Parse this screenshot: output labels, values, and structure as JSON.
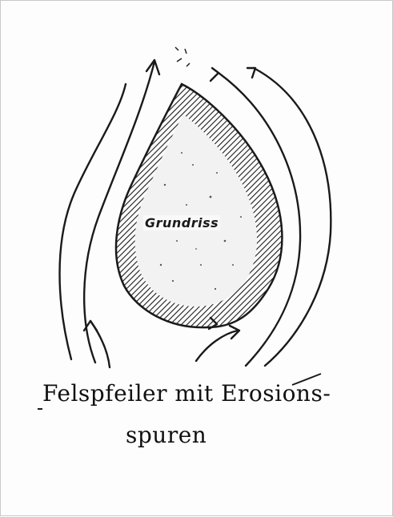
{
  "diagram": {
    "inner_label": "Grundriss",
    "caption_line1": "Felspfeiler mit Erosions-",
    "caption_line2": "spuren"
  },
  "colors": {
    "ink": "#1a1a1a",
    "paper": "#fdfdfd",
    "border": "#c8c8c8"
  }
}
